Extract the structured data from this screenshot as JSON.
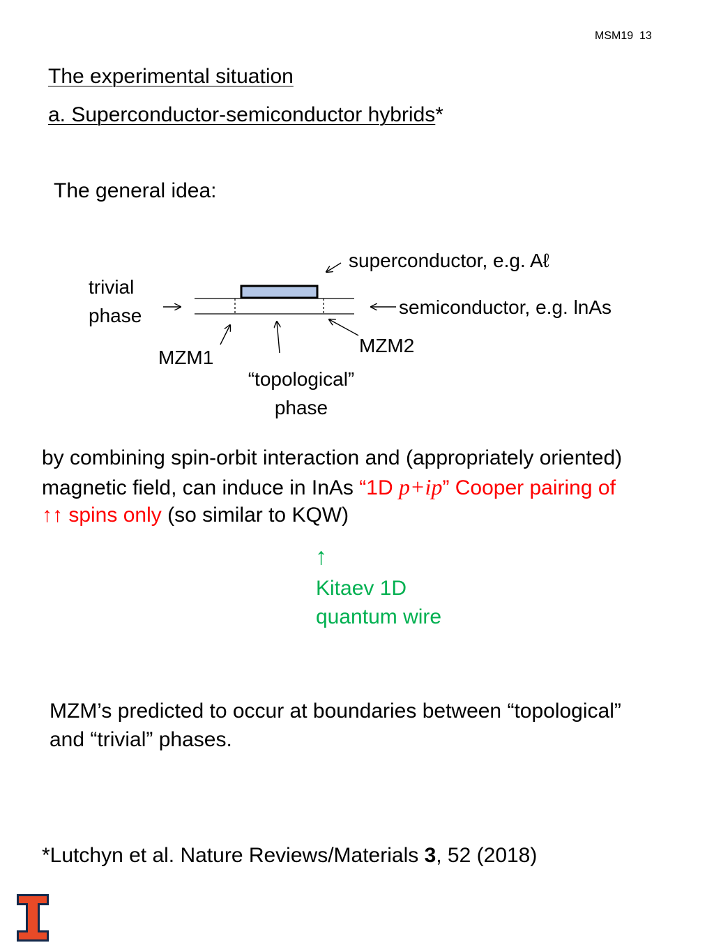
{
  "slide": {
    "page_label": "MSM19  13",
    "title": "The experimental situation",
    "subtitle_underlined": "a. Superconductor-semiconductor hybrids",
    "subtitle_star": "*",
    "general_idea": "The general idea:"
  },
  "diagram": {
    "superconductor_label": "superconductor, e.g. Aℓ",
    "trivial_line1": "trivial",
    "trivial_line2": "phase",
    "semiconductor_label": "semiconductor, e.g. lnAs",
    "mzm1": "MZM1",
    "mzm2": "MZM2",
    "topological_line1": "“topological”",
    "topological_line2": "phase",
    "arrow_glyph": "→",
    "arrow_left_glyph": "←",
    "colors": {
      "superconductor_fill": "#b4c7e7",
      "line": "#000000"
    }
  },
  "body": {
    "line1": "by combining spin-orbit interaction and (appropriately oriented)",
    "line2_black": "magnetic field, can induce in InAs ",
    "line2_red_a": "“1D ",
    "line2_red_italic": "p+ip",
    "line2_red_b": "” Cooper pairing of",
    "line3_red_arrows": "↑↑",
    "line3_red_text": " spins only",
    "line3_black": " (so similar to KQW)",
    "colors": {
      "highlight": "#ff0000",
      "note": "#00b050"
    }
  },
  "note": {
    "arrow": "↑",
    "line1": "Kitaev 1D",
    "line2": "quantum wire"
  },
  "conclusion": {
    "line1": "MZM’s predicted to occur at boundaries between “topological”",
    "line2": "and “trivial” phases."
  },
  "reference": {
    "prefix": "*Lutchyn et al. Nature Reviews/Materials ",
    "volume": "3",
    "suffix": ", 52 (2018)"
  },
  "logo": {
    "icon": "illinois-block-i-icon",
    "color_orange": "#e84a27",
    "color_blue": "#13294b"
  }
}
